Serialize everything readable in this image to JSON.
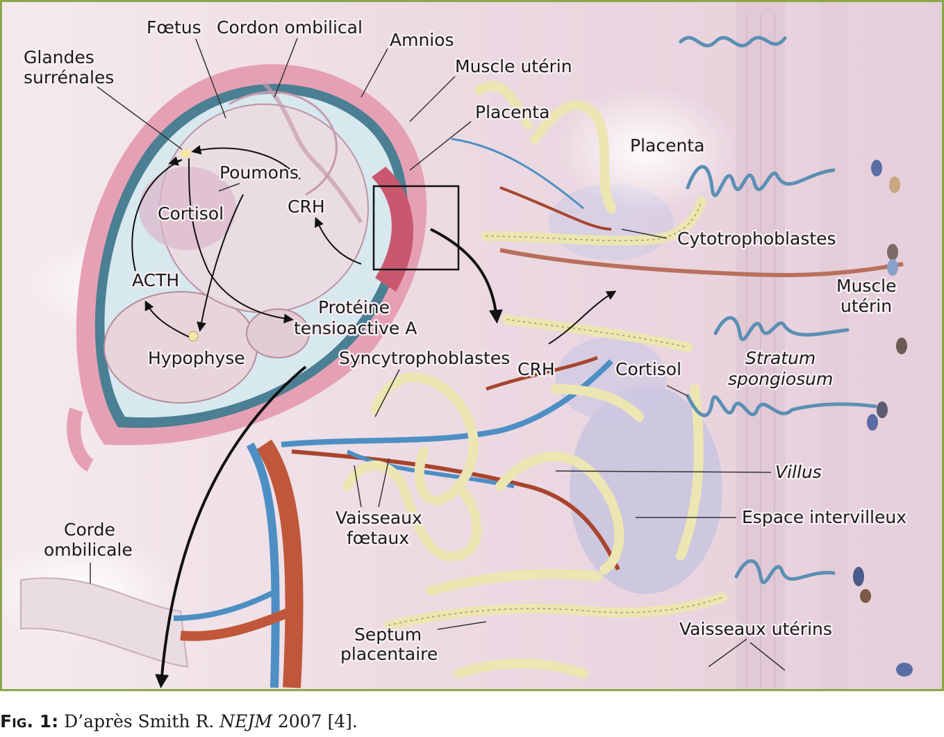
{
  "labels": {
    "foetus": "Fœtus",
    "cordon_ombilical": "Cordon ombilical",
    "amnios": "Amnios",
    "glandes_line1": "Glandes",
    "glandes_line2": "surrénales",
    "muscle_uterin_top": "Muscle utérin",
    "placenta_pointer": "Placenta",
    "placenta_region": "Placenta",
    "poumons": "Poumons",
    "cortisol_fetal": "Cortisol",
    "crh_fetal": "CRH",
    "cytotrophoblastes": "Cytotrophoblastes",
    "acth": "ACTH",
    "muscle_uterin_right_line1": "Muscle",
    "muscle_uterin_right_line2": "utérin",
    "proteine_line1": "Protéine",
    "proteine_line2": "tensioactive A",
    "hypophyse": "Hypophyse",
    "syncytrophoblastes": "Syncytrophoblastes",
    "crh_placenta": "CRH",
    "cortisol_placenta": "Cortisol",
    "stratum_line1": "Stratum",
    "stratum_line2": "spongiosum",
    "villus": "Villus",
    "espace_intervilleux": "Espace intervilleux",
    "vaisseaux_foetaux_line1": "Vaisseaux",
    "vaisseaux_foetaux_line2": "fœtaux",
    "corde_line1": "Corde",
    "corde_line2": "ombilicale",
    "septum_line1": "Septum",
    "septum_line2": "placentaire",
    "vaisseaux_uterins": "Vaisseaux utérins"
  },
  "caption": {
    "figure_number": "Fig. 1:",
    "text_before": " D’après Smith R. ",
    "journal": "NEJM",
    "text_after": " 2007 [4]."
  },
  "colors": {
    "border": "#8aa84a",
    "background": "#eedde6",
    "uterus_wall": "#e7a3b6",
    "amniotic_fluid": "#cfe3ea",
    "fetus_skin": "#e8d6dc",
    "villus_membrane": "#ece6b2",
    "fetal_vessel_blue": "#4d8fc4",
    "fetal_vessel_red": "#c0573a",
    "intervillous_space": "#c9c8e4",
    "arrow": "#111111"
  }
}
